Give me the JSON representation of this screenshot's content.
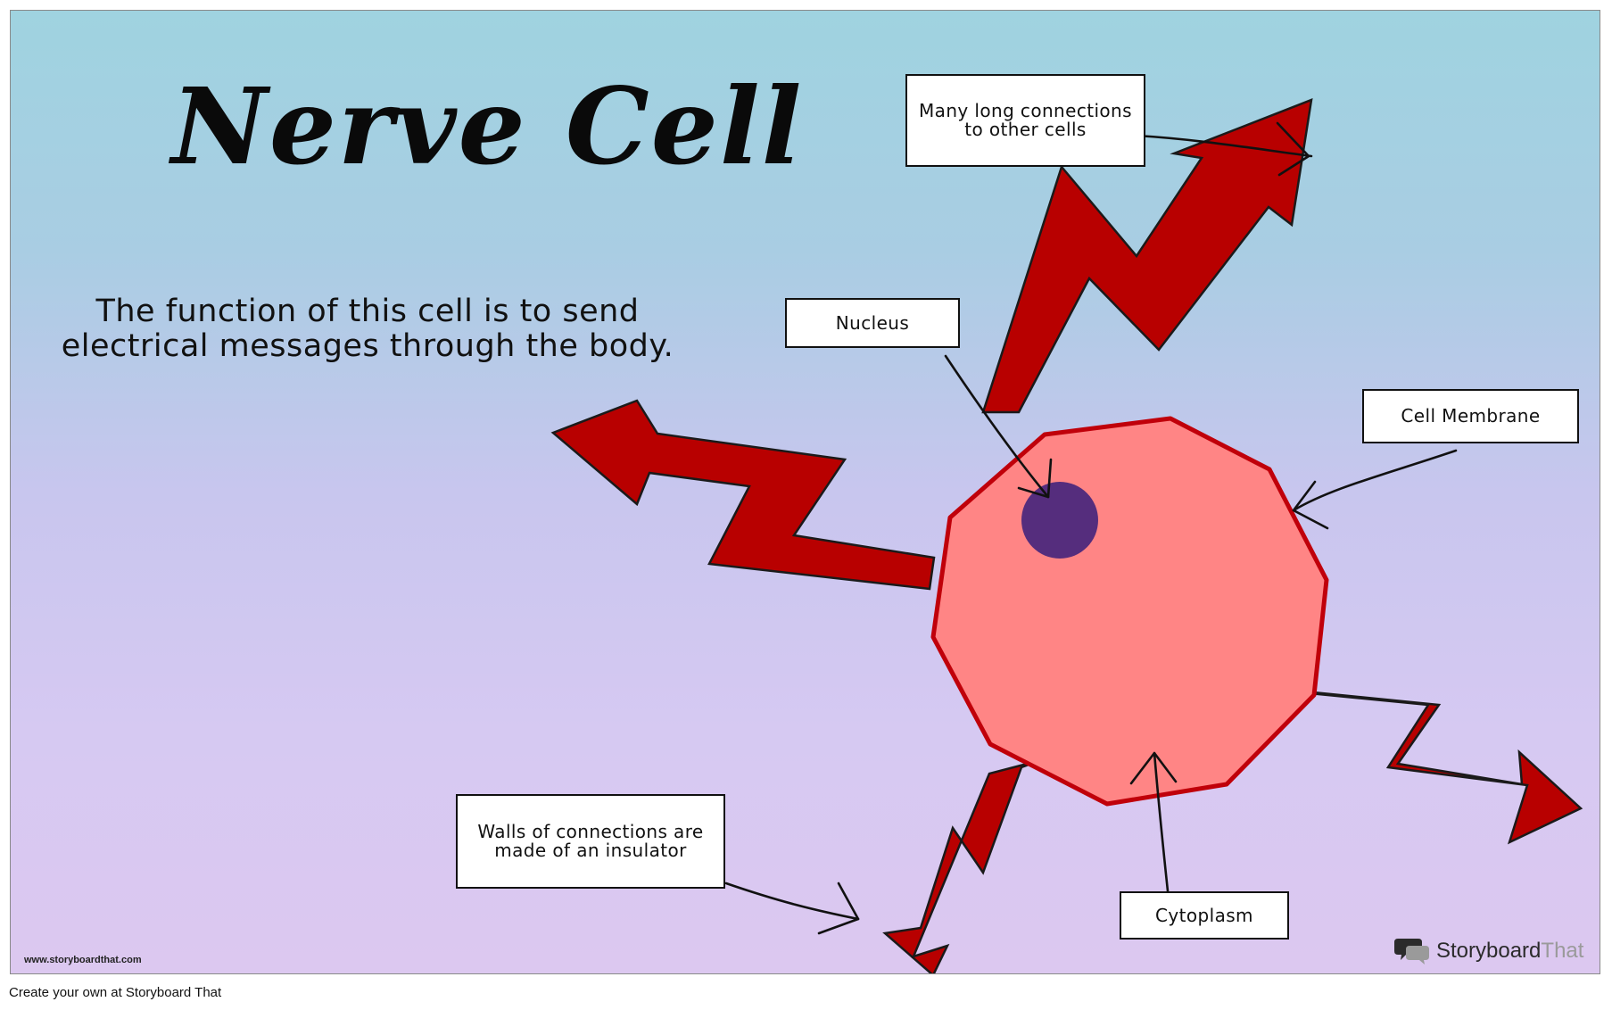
{
  "title": "Nerve Cell",
  "subtitle": "The function of this cell is to send electrical messages through the body.",
  "labels": {
    "connections": "Many long connections to other cells",
    "nucleus": "Nucleus",
    "membrane": "Cell Membrane",
    "insulator": "Walls of connections are made of an insulator",
    "cytoplasm": "Cytoplasm"
  },
  "colors": {
    "cell_fill": "#ff8585",
    "cell_stroke": "#c0000a",
    "nucleus_fill": "#552d7d",
    "arrow_fill": "#b80000",
    "arrow_stroke": "#1a1a1a",
    "pointer_stroke": "#111111"
  },
  "watermark": {
    "url": "www.storyboardthat.com",
    "logo_dark": "Storyboard",
    "logo_light": "That",
    "logo_icon": "speech-bubbles-icon"
  },
  "footer": "Create your own at Storyboard That"
}
